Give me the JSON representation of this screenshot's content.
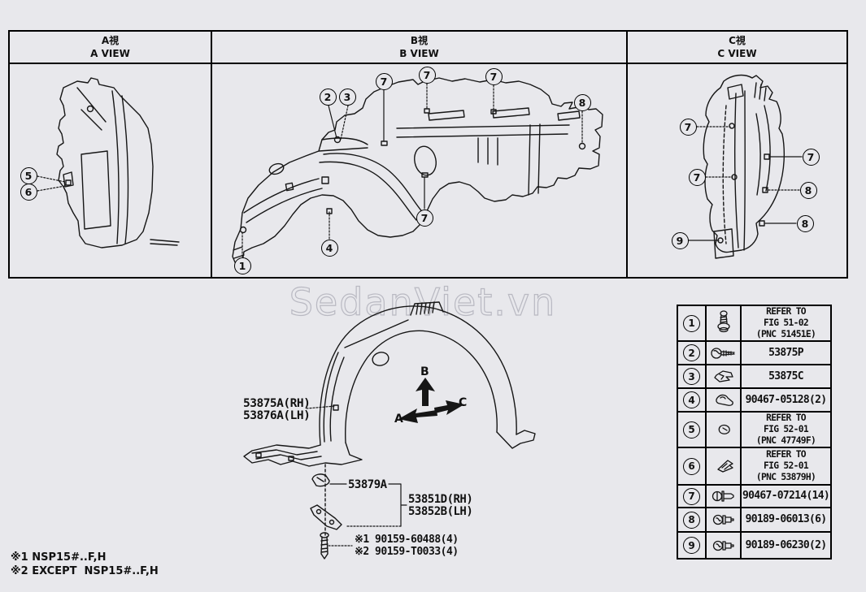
{
  "header": {
    "views": [
      {
        "title_cn": "A視",
        "title_en": "A VIEW"
      },
      {
        "title_cn": "B視",
        "title_en": "B VIEW"
      },
      {
        "title_cn": "C視",
        "title_en": "C VIEW"
      }
    ]
  },
  "watermark": "SedanViet.vn",
  "diagram": {
    "part_label_rh": "53875A(RH)",
    "part_label_lh": "53876A(LH)",
    "bracket_label": "53879A",
    "seal_label_rh": "53851D(RH)",
    "seal_label_lh": "53852B(LH)",
    "screw_ref_1": "※1 90159-60488(4)",
    "screw_ref_2": "※2 90159-T0033(4)",
    "direction_a": "A",
    "direction_b": "B",
    "direction_c": "C"
  },
  "callouts": {
    "a_view": [
      "5",
      "6"
    ],
    "b_view": [
      "2",
      "3",
      "7",
      "7",
      "7",
      "8",
      "7",
      "4",
      "1"
    ],
    "c_view": [
      "7",
      "7",
      "7",
      "8",
      "8",
      "9"
    ]
  },
  "parts_table": {
    "rows": [
      {
        "num": "1",
        "icon": "bolt-icon",
        "text": "REFER TO\nFIG 51-02\n(PNC 51451E)"
      },
      {
        "num": "2",
        "icon": "screw-icon",
        "text": "53875P"
      },
      {
        "num": "3",
        "icon": "clip-icon",
        "text": "53875C"
      },
      {
        "num": "4",
        "icon": "clip-icon",
        "text": "90467-05128(2)"
      },
      {
        "num": "5",
        "icon": "grommet-icon",
        "text": "REFER TO\nFIG 52-01\n(PNC 47749F)"
      },
      {
        "num": "6",
        "icon": "clip-icon",
        "text": "REFER TO\nFIG 52-01\n(PNC 53879H)"
      },
      {
        "num": "7",
        "icon": "rivet-icon",
        "text": "90467-07214(14)"
      },
      {
        "num": "8",
        "icon": "bolt-icon",
        "text": "90189-06013(6)"
      },
      {
        "num": "9",
        "icon": "bolt-icon",
        "text": "90189-06230(2)"
      }
    ]
  },
  "footnotes": [
    "※1 NSP15#..F,H",
    "※2 EXCEPT  NSP15#..F,H"
  ]
}
